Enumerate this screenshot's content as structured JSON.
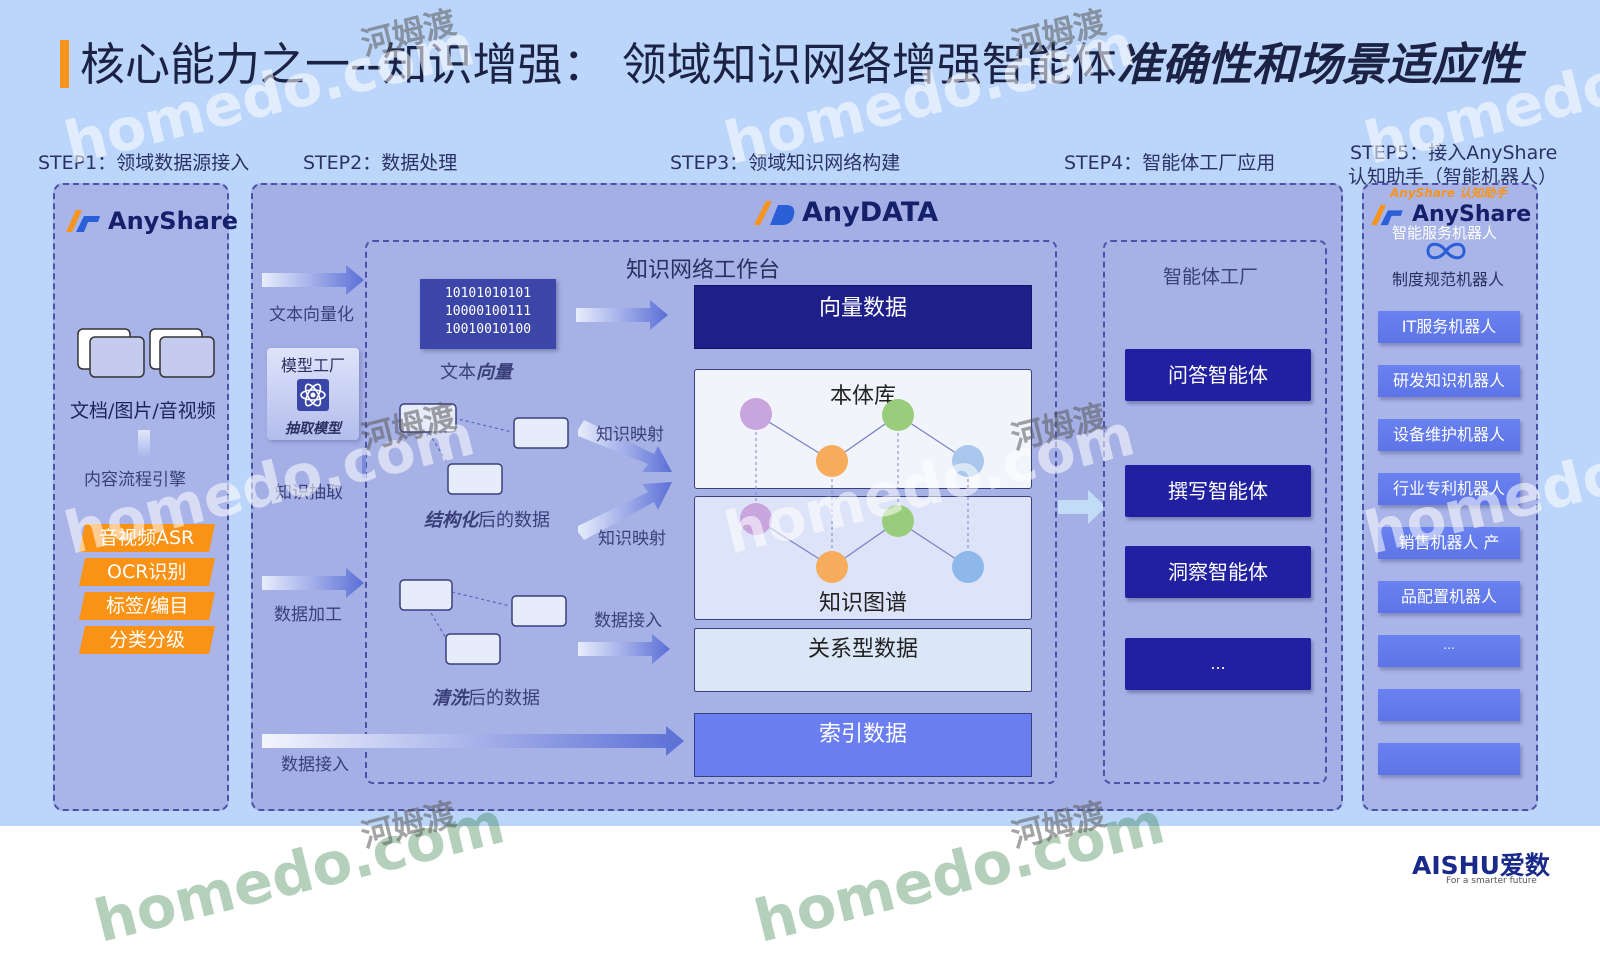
{
  "title": {
    "main": "核心能力之一--知识增强： 领域知识网络增强智能体",
    "emphasis": "准确性和场景适应性"
  },
  "steps": {
    "step1": "STEP1：领域数据源接入",
    "step2": "STEP2：数据处理",
    "step3": "STEP3：领域知识网络构建",
    "step4": "STEP4：智能体工厂应用",
    "step5_line1": "STEP5：接入AnyShare",
    "step5_line2": "认知助手（智能机器人）"
  },
  "left": {
    "logo": "AnyShare",
    "docs": "文档/图片/音视频",
    "engine": "内容流程引擎",
    "tags": [
      "音视频ASR",
      "OCR识别",
      "标签/编目",
      "分类分级"
    ]
  },
  "center": {
    "logo": "AnyDATA",
    "workbench": "知识网络工作台",
    "text_vector": "文本向量化",
    "model_factory": "模型工厂",
    "extract_model": "抽取模型",
    "knowledge_extract": "知识抽取",
    "data_process": "数据加工",
    "data_ingest": "数据接入",
    "binary": [
      "10101010101",
      "10000100111",
      "10010010100"
    ],
    "text_vec_caption_prefix": "文本",
    "text_vec_caption_emph": "向量",
    "structured_emph": "结构化",
    "structured_suffix": "后的数据",
    "cleaned_emph": "清洗",
    "cleaned_suffix": "后的数据",
    "mapping1": "知识映射",
    "mapping2": "知识映射",
    "ingest2": "数据接入",
    "vector_data": "向量数据",
    "ontology": "本体库",
    "knowledge_graph": "知识图谱",
    "relational": "关系型数据",
    "index": "索引数据"
  },
  "factory": {
    "title": "智能体工厂",
    "agents": [
      "问答智能体",
      "撰写智能体",
      "洞察智能体",
      "..."
    ]
  },
  "right": {
    "brand_small": "AnyShare 认知助手",
    "logo": "AnyShare",
    "service_robot": "智能服务机器人",
    "policy_robot": "制度规范机器人",
    "robots": [
      "IT服务机器人",
      "研发知识机器人",
      "设备维护机器人",
      "行业专利机器人",
      "销售机器人 产",
      "品配置机器人",
      "...",
      "",
      ""
    ]
  },
  "footer": {
    "brand": "AISHU爱数",
    "tagline": "For a smarter future"
  },
  "watermark": {
    "en": "homedo.com",
    "cn": "河姆渡"
  },
  "colors": {
    "accent": "#f7941d",
    "navy": "#1f1f8a",
    "slide_bg": "#bcd6fb"
  }
}
